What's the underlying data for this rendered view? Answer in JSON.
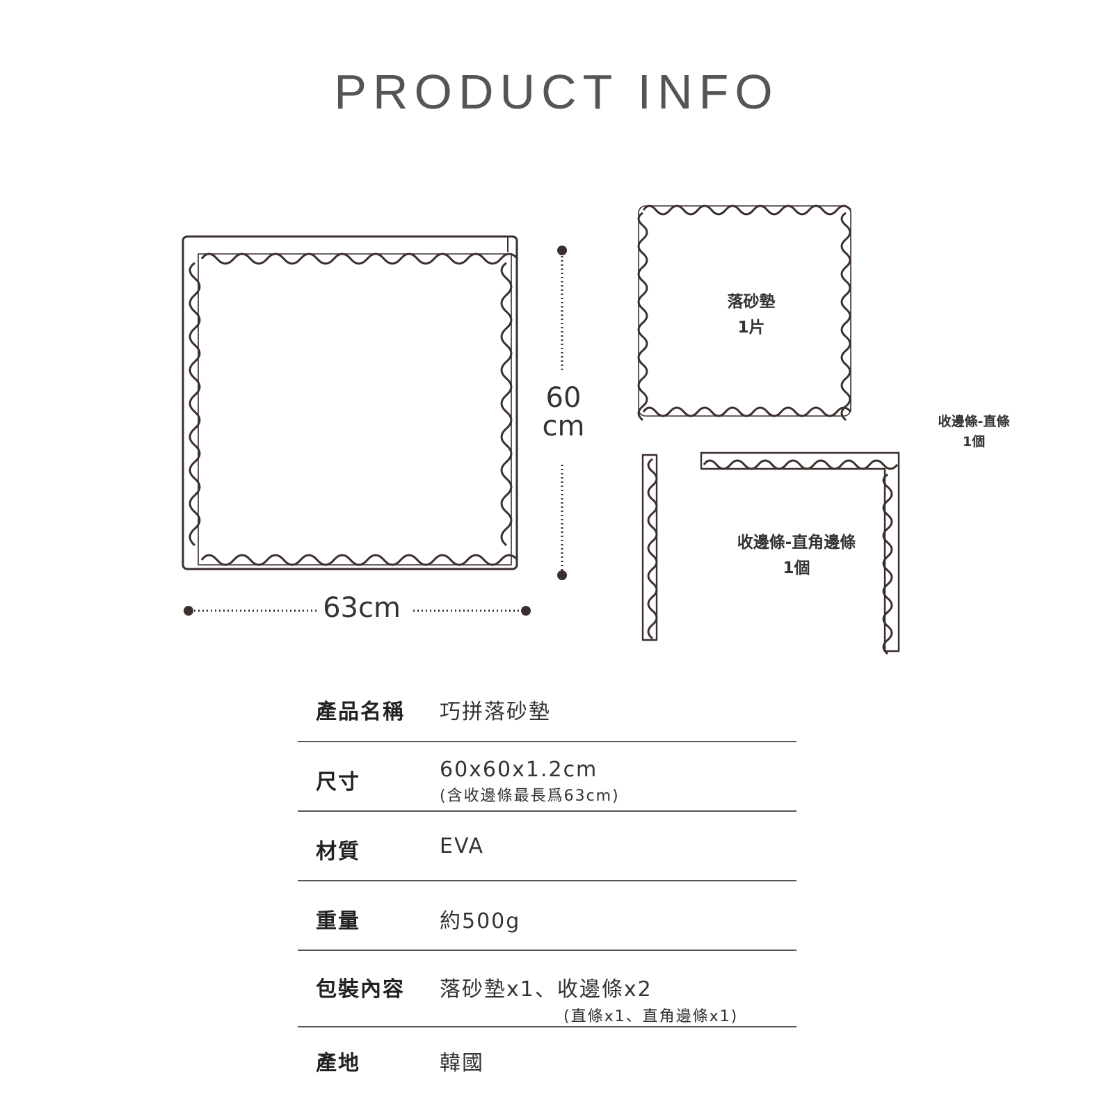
{
  "header": {
    "title": "PRODUCT INFO"
  },
  "diagram": {
    "width_label": "63cm",
    "height_label_num": "60",
    "height_label_unit": "cm",
    "mat_label": {
      "name": "落砂墊",
      "qty": "1片"
    },
    "corner_strip_label": {
      "name": "收邊條-直角邊條",
      "qty": "1個"
    },
    "straight_strip_label": {
      "name": "收邊條-直條",
      "qty": "1個"
    },
    "line_color": "#3a2f2c"
  },
  "specs": [
    {
      "key": "產品名稱",
      "value": "巧拼落砂墊",
      "note": ""
    },
    {
      "key": "尺寸",
      "value": "60x60x1.2cm",
      "note": "(含收邊條最長爲63cm)"
    },
    {
      "key": "材質",
      "value": "EVA",
      "note": ""
    },
    {
      "key": "重量",
      "value": "約500g",
      "note": ""
    },
    {
      "key": "包裝內容",
      "value": "落砂墊x1、收邊條x2",
      "note": "(直條x1、直角邊條x1)"
    },
    {
      "key": "產地",
      "value": "韓國",
      "note": ""
    }
  ]
}
